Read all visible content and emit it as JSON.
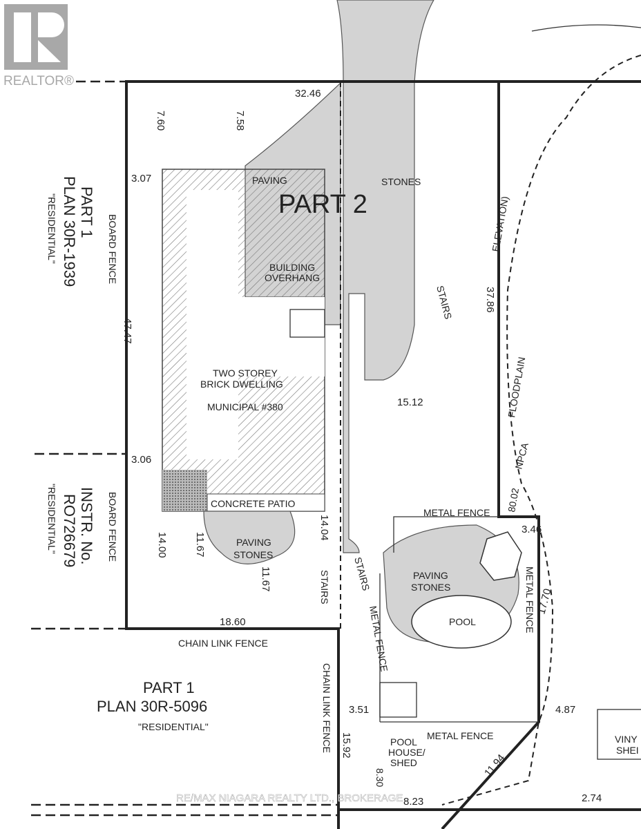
{
  "logo": {
    "text": "REALTOR®"
  },
  "watermark": "RE/MAX NIAGARA REALTY LTD., BROKERAGE",
  "labels": {
    "top_frontage": "32.46",
    "setback_760": "7.60",
    "setback_758": "7.58",
    "side_307": "3.07",
    "paving1": "PAVING",
    "stones1": "STONES",
    "part2": "PART 2",
    "building": "BUILDING",
    "overhang": "OVERHANG",
    "stairs_top": "STAIRS",
    "dim_3786": "37.86",
    "elevation": "ELEVATION)",
    "floodplain": "FLOODPLAIN",
    "npca": "NPCA",
    "dim_8002": "80.02",
    "dwelling1": "TWO STOREY",
    "dwelling2": "BRICK DWELLING",
    "municipal": "MUNICIPAL #380",
    "dim_1512": "15.12",
    "side_306": "3.06",
    "patio": "CONCRETE PATIO",
    "paving2": "PAVING",
    "stones2": "STONES",
    "metal_fence_top": "METAL FENCE",
    "dim_346": "3.46",
    "dim_1400": "14.00",
    "dim_1167a": "11.67",
    "dim_1167b": "11.67",
    "dim_1404": "14.04",
    "stairs_mid": "STAIRS",
    "stairs_diag": "STAIRS",
    "metal_fence_mid": "METAL FENCE",
    "paving3": "PAVING",
    "stones3": "STONES",
    "pool": "POOL",
    "metal_fence_right": "METAL FENCE",
    "dim_1770": "17.70",
    "dim_1860": "18.60",
    "chain_fence1": "CHAIN LINK FENCE",
    "chain_fence2": "CHAIN LINK FENCE",
    "board_fence1": "BOARD FENCE",
    "board_fence2": "BOARD FENCE",
    "dim_4747": "47.47",
    "part1_plan1939_a": "PART 1",
    "part1_plan1939_b": "PLAN 30R-1939",
    "part1_plan1939_c": "\"RESIDENTIAL\"",
    "instr_a": "INSTR. No.",
    "instr_b": "RO726679",
    "instr_c": "\"RESIDENTIAL\"",
    "part1_5096_a": "PART 1",
    "part1_5096_b": "PLAN 30R-5096",
    "part1_5096_c": "\"RESIDENTIAL\"",
    "dim_351": "3.51",
    "dim_1592": "15.92",
    "pool_house1": "POOL",
    "pool_house2": "HOUSE/",
    "pool_house3": "SHED",
    "metal_fence_bottom": "METAL FENCE",
    "dim_830": "8.30",
    "dim_823": "8.23",
    "dim_1194": "11.94",
    "dim_487": "4.87",
    "vinyl1": "VINY",
    "vinyl2": "SHEI",
    "dim_274": "2.74"
  }
}
